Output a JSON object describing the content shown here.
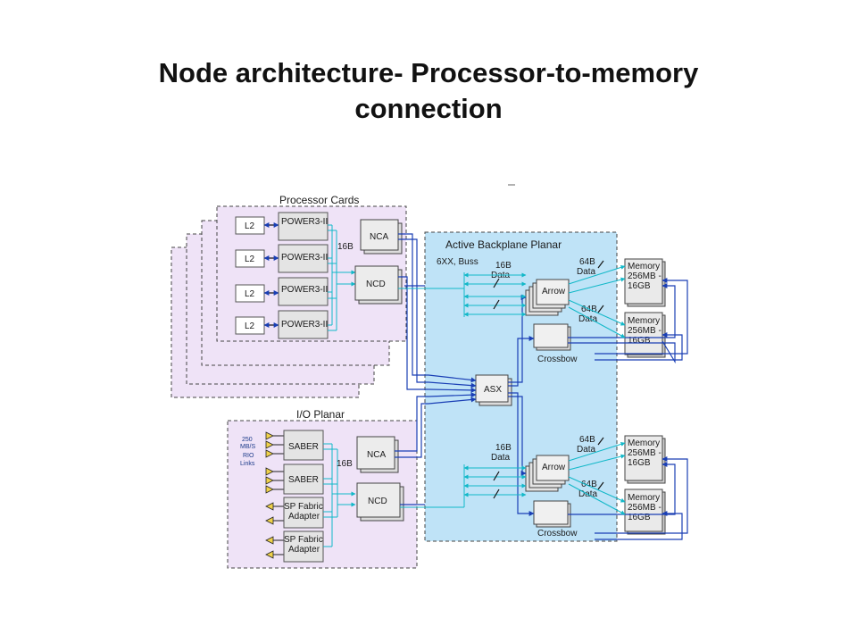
{
  "slide": {
    "title_line1": "Node architecture- Processor-to-memory",
    "title_line2": "connection"
  },
  "diagram": {
    "processor_cards_label": "Processor Cards",
    "l2_label": "L2",
    "power_label": "POWER3-II",
    "bus_16b": "16B",
    "nca_label": "NCA",
    "ncd_label": "NCD",
    "backplane_label": "Active Backplane Planar",
    "buss_label": "6XX, Buss",
    "data_16b_line1": "16B",
    "data_16b_line2": "Data",
    "arrow_label": "Arrow",
    "crossbow_label": "Crossbow",
    "asx_label": "ASX",
    "data_64b_line1": "64B",
    "data_64b_line2": "Data",
    "memory_line1": "Memory",
    "memory_line2": "256MB -",
    "memory_line3": "16GB",
    "io_planar_label": "I/O Planar",
    "saber_label": "SABER",
    "rio_line1": "250",
    "rio_line2": "MB/S",
    "rio_line3": "RIO",
    "rio_line4": "Links",
    "sp_fabric_line1": "SP Fabric",
    "sp_fabric_line2": "Adapter"
  },
  "colors": {
    "card_fill": "#efe3f7",
    "planar_fill": "#bfe3f7",
    "chip_fill": "#e4e4e4",
    "cyan_line": "#11b8c8",
    "blue_line": "#1a3fb5",
    "yellow_arrow": "#f0d24a"
  }
}
